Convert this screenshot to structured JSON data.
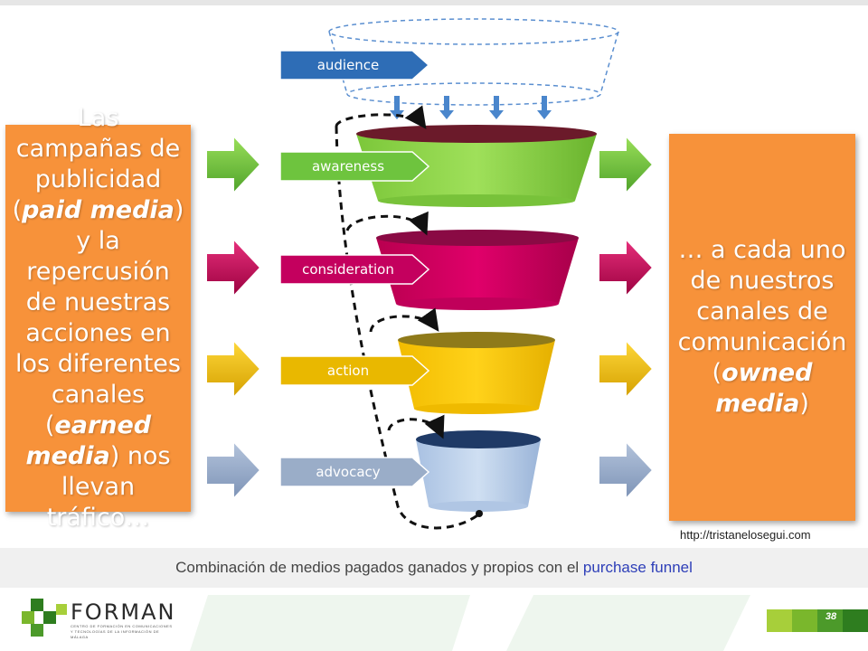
{
  "stages": [
    {
      "id": "audience",
      "label": "audience",
      "color": "#2e6db6"
    },
    {
      "id": "awareness",
      "label": "awareness",
      "color": "#6ec43e"
    },
    {
      "id": "consideration",
      "label": "consideration",
      "color": "#c4005e"
    },
    {
      "id": "action",
      "label": "action",
      "color": "#e9b800"
    },
    {
      "id": "advocacy",
      "label": "advocacy",
      "color": "#9aadc8"
    }
  ],
  "left_box": {
    "line1": "Las campañas de publicidad (",
    "paid": "paid media",
    "line2": ") y la repercusión de nuestras acciones en los diferentes canales (",
    "earned": "earned media",
    "line3": ") nos llevan tráfico…"
  },
  "right_box": {
    "line1": "… a cada uno de nuestros canales de comunicación (",
    "owned": "owned media",
    "line2": ")"
  },
  "source_url": "http://tristanelosegui.com",
  "caption": {
    "text": "Combinación de medios pagados ganados y propios con el ",
    "highlight": "purchase funnel"
  },
  "footer": {
    "brand": "FORMAN",
    "subtitle": "Centro de Formación en Comunicaciones y Tecnologías de la Información de Málaga",
    "page_number": "38",
    "strip_colors": [
      "#a7cf3a",
      "#7ab72c",
      "#4c9a2a",
      "#2e7d1f"
    ]
  },
  "colors": {
    "orange": "#f7923a",
    "funnel_awareness": "#8fd94c",
    "funnel_consideration": "#d1005f",
    "funnel_action": "#ffcb00",
    "funnel_advocacy": "#bcd0ea"
  }
}
